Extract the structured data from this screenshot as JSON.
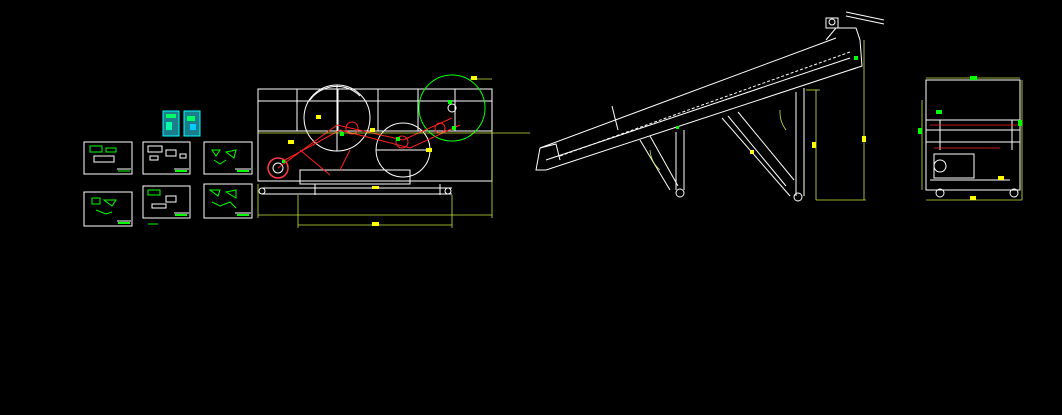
{
  "viewport": {
    "background": "#000000",
    "colors": {
      "outline": "#ffffff",
      "dimension": "#c8e63c",
      "dim_text": "#ffff00",
      "centerline": "#ff2020",
      "hidden": "#ff3c3c",
      "grip": "#00ff00",
      "cyan": "#00ffff",
      "thumb_fill": "#1a7d8c"
    }
  },
  "drawings": [
    {
      "name": "sheet-thumbnails",
      "kind": "layout-sheets"
    },
    {
      "name": "roller-machine-side-view",
      "kind": "elevation"
    },
    {
      "name": "inclined-conveyor-side-view",
      "kind": "elevation"
    },
    {
      "name": "machine-end-view",
      "kind": "elevation"
    }
  ]
}
